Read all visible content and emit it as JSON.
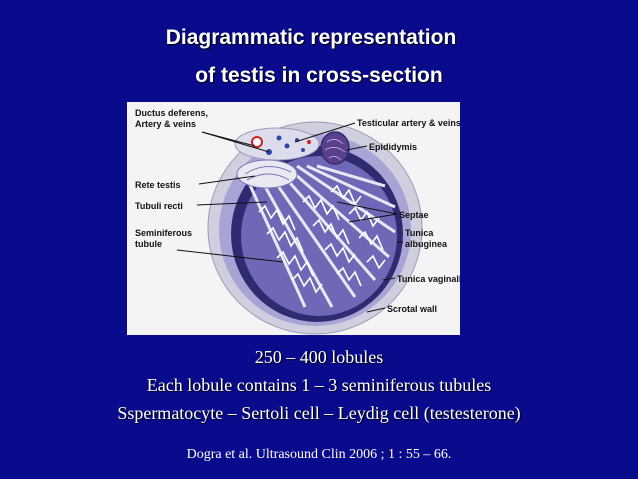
{
  "slide": {
    "title_line1": "Diagrammatic representation",
    "title_line2": "of testis in cross-section",
    "caption_line1": "250 – 400 lobules",
    "caption_line2": "Each lobule contains 1 – 3 seminiferous tubules",
    "caption_line3": "Sspermatocyte – Sertoli cell – Leydig cell (testesterone)",
    "reference": "Dogra et al. Ultrasound Clin 2006 ; 1 : 55 – 66."
  },
  "diagram": {
    "labels": {
      "ductus_1": "Ductus deferens,",
      "ductus_2": "Artery & veins",
      "testicular": "Testicular artery & veins",
      "epididymis": "Epididymis",
      "rete": "Rete testis",
      "tubuli": "Tubuli recti",
      "semin_1": "Seminiferous",
      "semin_2": "tubule",
      "septae": "Septae",
      "tunica_alb_1": "Tunica",
      "tunica_alb_2": "albuginea",
      "tunica_vag": "Tunica vaginalis",
      "scrotal": "Scrotal wall"
    },
    "colors": {
      "background": "#0a0a8c",
      "scrotal_wall": "#c9c9dc",
      "vaginalis": "#a59fd0",
      "albuginea": "#2e2a6e",
      "lobule": "#6a63b0",
      "epididymis": "#5b3f8a"
    }
  }
}
